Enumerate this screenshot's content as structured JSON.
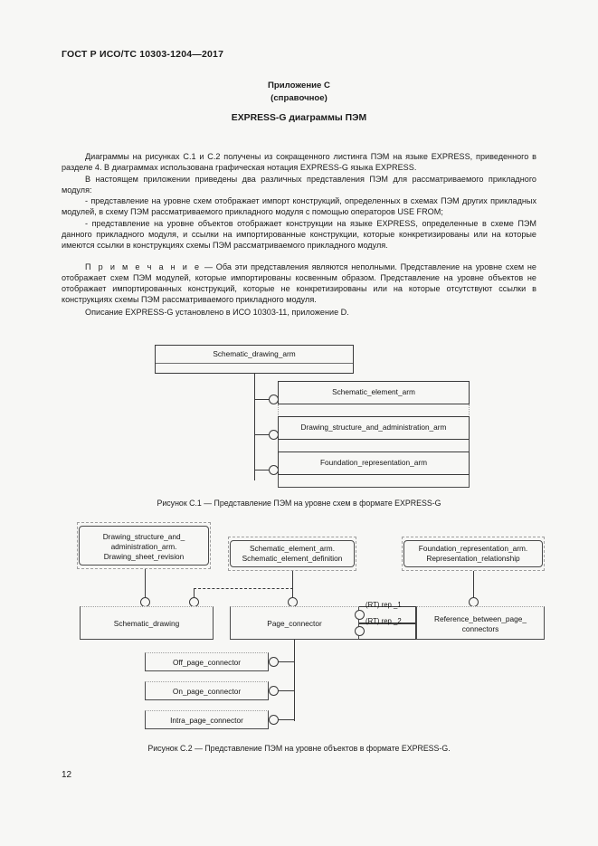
{
  "document": {
    "header": "ГОСТ Р ИСО/ТС 10303-1204—2017",
    "page_number": "12"
  },
  "annex": {
    "title": "Приложение С",
    "subtitle": "(справочное)",
    "heading": "EXPRESS-G диаграммы ПЭМ"
  },
  "body": {
    "p1": "Диаграммы на рисунках С.1 и С.2 получены из сокращенного листинга ПЭМ на языке EXPRESS, приведенного в разделе 4. В диаграммах использована графическая нотация EXPRESS-G языка EXPRESS.",
    "p2": "В настоящем приложении приведены два различных представления ПЭМ для рассматриваемого прикладного модуля:",
    "p3": "- представление на уровне схем отображает импорт конструкций, определенных в схемах ПЭМ других прикладных модулей, в схему ПЭМ рассматриваемого прикладного модуля с помощью операторов USE FROM;",
    "p4": "- представление на уровне объектов отображает конструкции на языке EXPRESS, определенные в схеме ПЭМ данного прикладного модуля, и ссылки на импортированные конструкции, которые конкретизированы или на которые имеются ссылки в конструкциях схемы ПЭМ рассматриваемого прикладного модуля.",
    "note_label": "П р и м е ч а н и е",
    "note_body": " — Оба эти представления являются неполными. Представление на уровне схем не отображает схем ПЭМ модулей, которые импортированы косвенным образом. Представление на уровне объектов не отображает импортированных конструкций, которые не конкретизированы или на которые отсутствуют ссылки в конструкциях схемы ПЭМ рассматриваемого прикладного модуля.",
    "p_last": "Описание EXPRESS-G установлено в ИСО 10303-11, приложение D."
  },
  "figure1": {
    "caption": "Рисунок С.1 — Представление ПЭМ на уровне схем в формате EXPRESS-G",
    "nodes": {
      "root": "Schematic_drawing_arm",
      "n1": "Schematic_element_arm",
      "n2": "Drawing_structure_and_administration_arm",
      "n3": "Foundation_representation_arm"
    }
  },
  "figure2": {
    "caption": "Рисунок С.2 — Представление ПЭМ на уровне объектов в формате EXPRESS-G.",
    "nodes": {
      "top_left_l1": "Drawing_structure_and_",
      "top_left_l2": "administration_arm.",
      "top_left_l3": "Drawing_sheet_revision",
      "top_mid_l1": "Schematic_element_arm.",
      "top_mid_l2": "Schematic_element_definition",
      "top_right_l1": "Foundation_representation_arm.",
      "top_right_l2": "Representation_relationship",
      "mid_left": "Schematic_drawing",
      "mid_center": "Page_connector",
      "mid_right_l1": "Reference_between_page_",
      "mid_right_l2": "connectors",
      "bot_1": "Off_page_connector",
      "bot_2": "On_page_connector",
      "bot_3": "Intra_page_connector"
    },
    "labels": {
      "rep1": "(RT) rep _1",
      "rep2": "(RT) rep _2"
    }
  },
  "colors": {
    "page_bg": "#f7f7f5",
    "ink": "#1b1b1b",
    "line": "#3a3a3a",
    "dash": "#9e9e9e"
  }
}
